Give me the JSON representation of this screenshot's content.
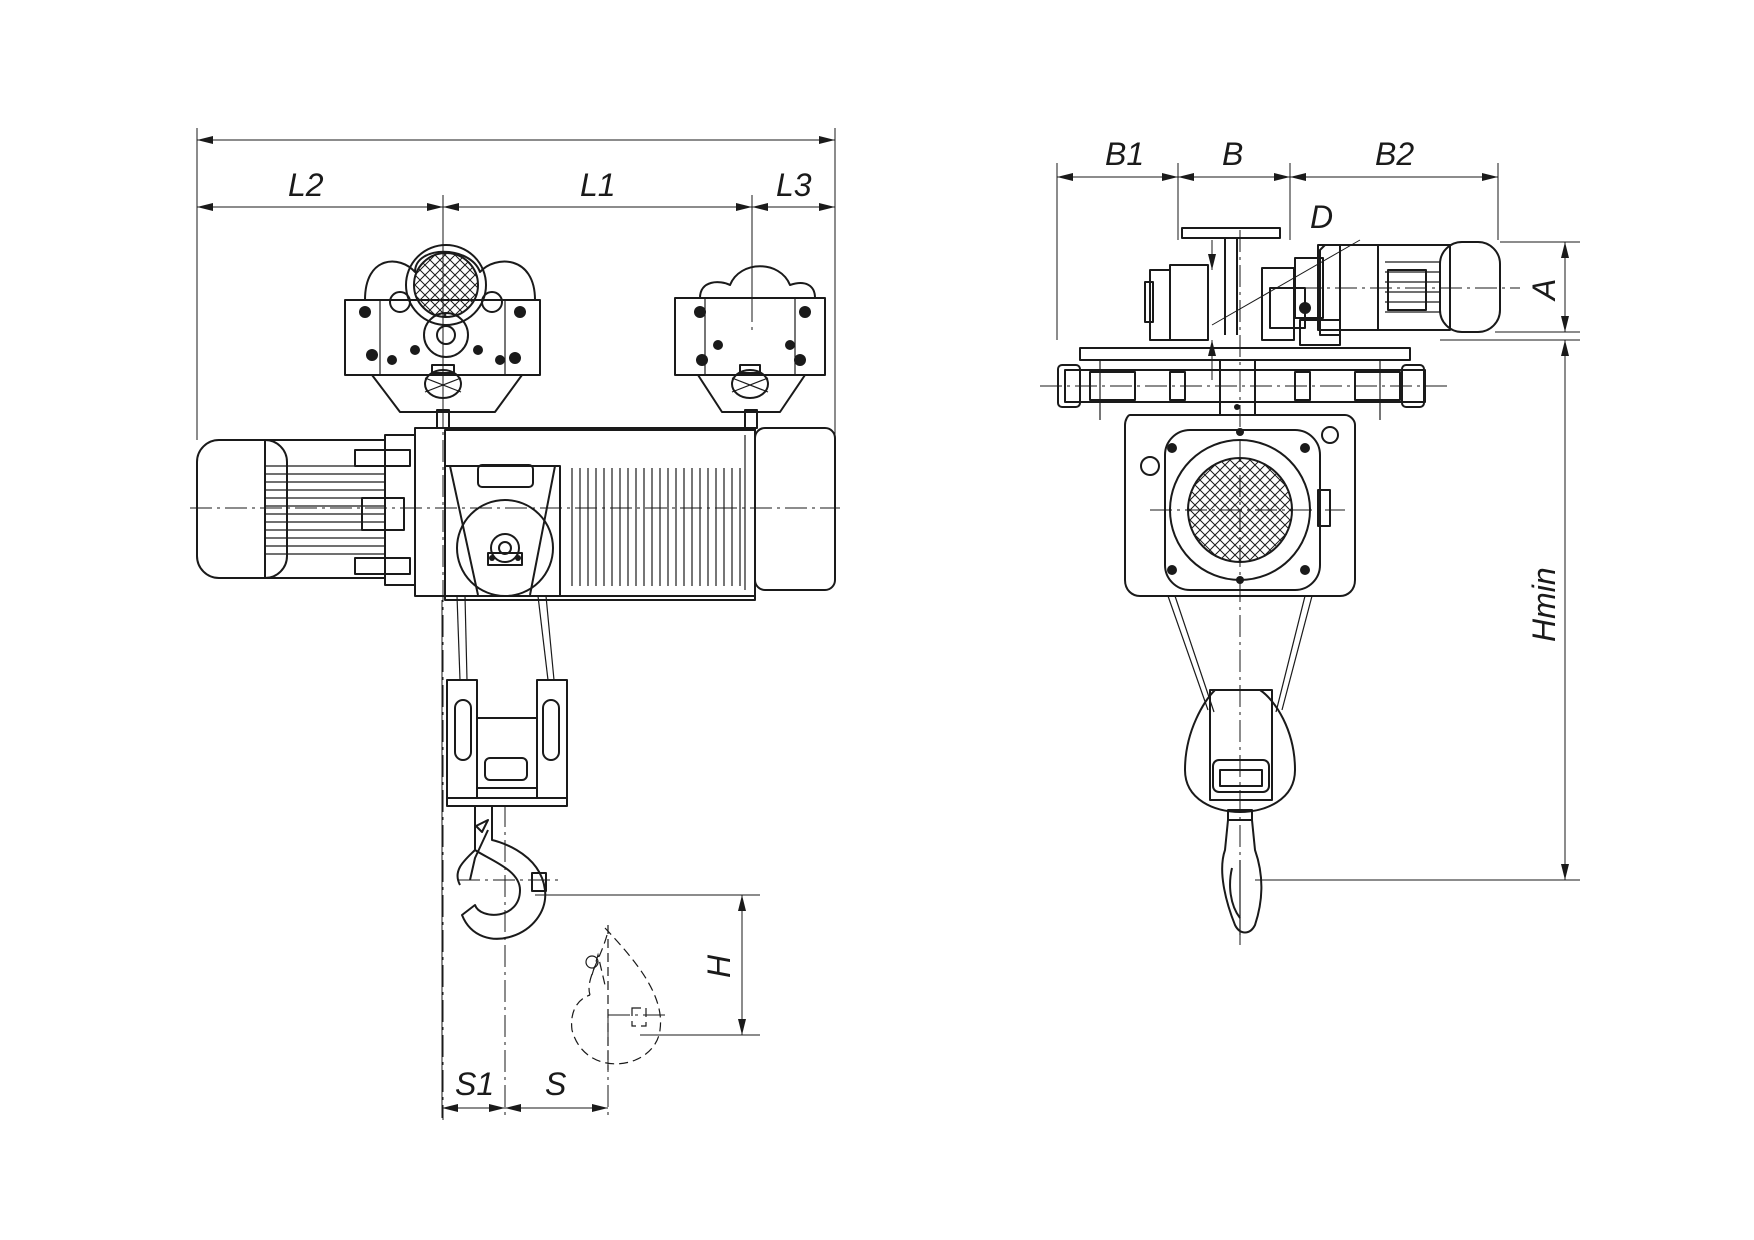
{
  "dimensions": {
    "L2": "L2",
    "L1": "L1",
    "L3": "L3",
    "B1": "B1",
    "B": "B",
    "B2": "B2",
    "D": "D",
    "A": "A",
    "Hmin": "Hmin",
    "H": "H",
    "S1": "S1",
    "S": "S"
  },
  "colors": {
    "line": "#1a1a1a",
    "background": "#ffffff"
  }
}
